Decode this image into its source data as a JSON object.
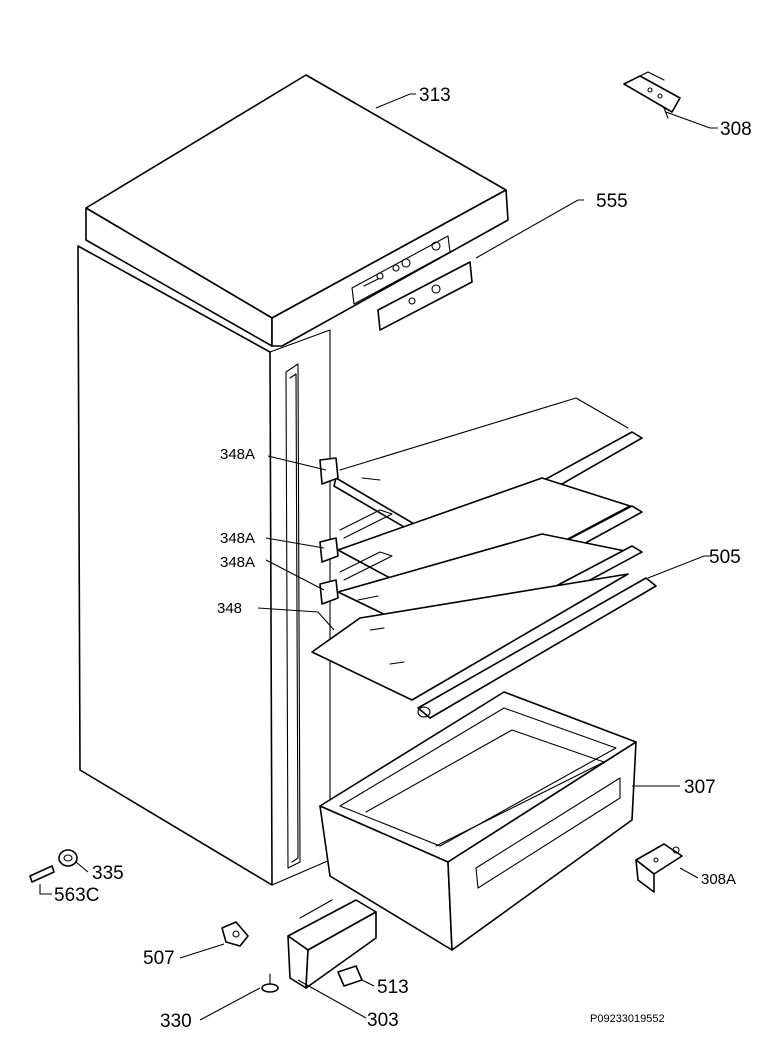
{
  "diagram": {
    "parts": {
      "p313": "313",
      "p308": "308",
      "p555": "555",
      "p348a_1": "348A",
      "p348a_2": "348A",
      "p348a_3": "348A",
      "p348": "348",
      "p505": "505",
      "p307": "307",
      "p335": "335",
      "p563c": "563C",
      "p308a": "308A",
      "p507": "507",
      "p513": "513",
      "p330": "330",
      "p303": "303"
    },
    "drawing_code": "P09233019552"
  }
}
